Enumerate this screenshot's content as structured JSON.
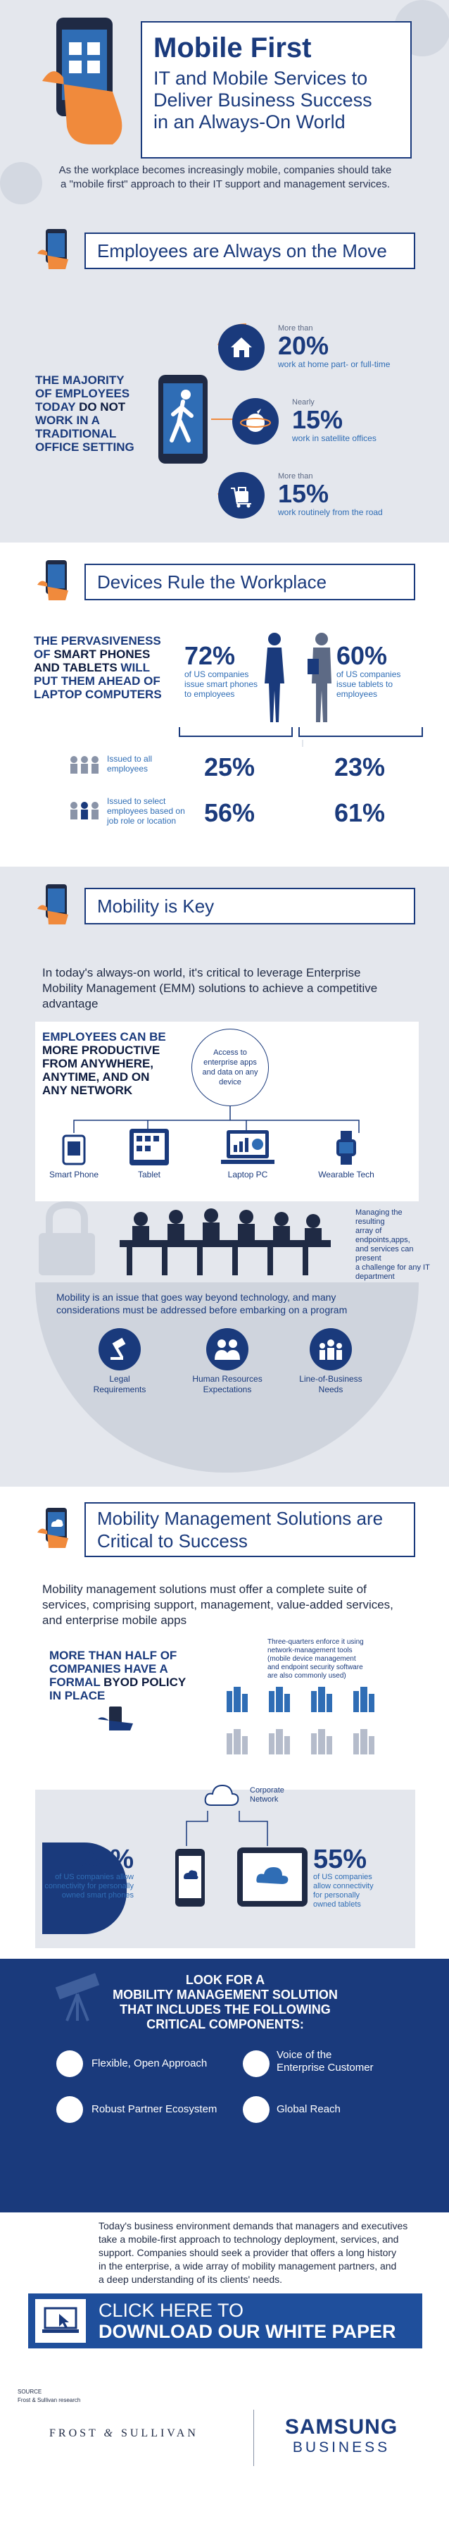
{
  "header": {
    "title": "Mobile First",
    "subtitle_1": "IT and Mobile Services to",
    "subtitle_2": "Deliver Business Success",
    "subtitle_3": "in an Always-On World",
    "intro_1": "As the workplace becomes increasingly mobile, companies should take",
    "intro_2": "a \"mobile first\" approach to their IT support and management services."
  },
  "section1": {
    "title": "Employees are Always on the Move",
    "claim_1": "THE MAJORITY",
    "claim_2": "OF EMPLOYEES",
    "claim_3": "TODAY",
    "claim_3b": "DO NOT",
    "claim_4": "WORK IN A",
    "claim_5": "TRADITIONAL",
    "claim_6": "OFFICE SETTING",
    "stats": [
      {
        "pre": "More than",
        "value": "20%",
        "desc": "work at home part- or full-time",
        "icon": "house-icon"
      },
      {
        "pre": "Nearly",
        "value": "15%",
        "desc": "work in satellite offices",
        "icon": "globe-icon"
      },
      {
        "pre": "More than",
        "value": "15%",
        "desc": "work routinely from the road",
        "icon": "luggage-icon"
      }
    ]
  },
  "section2": {
    "title": "Devices Rule the Workplace",
    "claim_1": "THE PERVASIVENESS",
    "claim_2a": "OF",
    "claim_2b": "SMART PHONES",
    "claim_3a": "AND TABLETS",
    "claim_3b": "WILL",
    "claim_4": "PUT THEM AHEAD OF",
    "claim_5": "LAPTOP COMPUTERS",
    "phone_pct": "72%",
    "phone_desc_1": "of US companies",
    "phone_desc_2": "issue smart phones",
    "phone_desc_3": "to employees",
    "tablet_pct": "60%",
    "tablet_desc_1": "of US companies",
    "tablet_desc_2": "issue tablets to",
    "tablet_desc_3": "employees",
    "row1_label_1": "Issued to all",
    "row1_label_2": "employees",
    "row1_phone": "25%",
    "row1_tablet": "23%",
    "row2_label_1": "Issued to select",
    "row2_label_2": "employees based on",
    "row2_label_3": "job role or location",
    "row2_phone": "56%",
    "row2_tablet": "61%"
  },
  "section3": {
    "title": "Mobility is Key",
    "para_1": "In today's always-on world, it's critical to leverage Enterprise",
    "para_2": "Mobility Management (EMM) solutions to achieve a competitive",
    "para_3": "advantage",
    "claim_1": "EMPLOYEES CAN BE",
    "claim_2": "MORE PRODUCTIVE",
    "claim_3": "FROM ANYWHERE,",
    "claim_4": "ANYTIME, AND ON",
    "claim_5": "ANY NETWORK",
    "access_1": "Access to",
    "access_2": "enterprise apps",
    "access_3": "and data on any",
    "access_4": "device",
    "devices": [
      "Smart Phone",
      "Tablet",
      "Laptop PC",
      "Wearable Tech"
    ],
    "manage_1": "Managing the resulting",
    "manage_2": "array of endpoints,apps,",
    "manage_3": "and services can present",
    "manage_4": "a challenge for any IT",
    "manage_5": "department",
    "issue_1": "Mobility is an issue that goes way beyond technology, and many",
    "issue_2": "considerations must be addressed before embarking on a program",
    "considerations": [
      {
        "l1": "Legal",
        "l2": "Requirements"
      },
      {
        "l1": "Human Resources",
        "l2": "Expectations"
      },
      {
        "l1": "Line-of-Business",
        "l2": "Needs"
      }
    ]
  },
  "section4": {
    "title_1": "Mobility Management Solutions are",
    "title_2": "Critical to Success",
    "para_1": "Mobility management solutions must offer a complete suite of",
    "para_2": "services, comprising support, management, value-added services,",
    "para_3": "and enterprise mobile apps",
    "byod_1": "MORE THAN HALF OF",
    "byod_2": "COMPANIES HAVE A",
    "byod_3a": "FORMAL",
    "byod_3b": "BYOD POLICY",
    "byod_4": "IN PLACE",
    "enforce_1": "Three-quarters enforce it using",
    "enforce_2": "network-management tools",
    "enforce_3": "(mobile device management",
    "enforce_4": "and endpoint security software",
    "enforce_5": "are also commonly used)",
    "network_1": "Corporate",
    "network_2": "Network",
    "phones_pct": "65%",
    "phones_1": "of US companies allow",
    "phones_2": "connectivity for",
    "phones_2b": "personally",
    "phones_3": "owned smart phones",
    "tablets_pct": "55%",
    "tablets_1": "of US companies",
    "tablets_2": "allow connectivity",
    "tablets_3": "for personally",
    "tablets_4": "owned tablets",
    "look_1": "LOOK FOR A",
    "look_2": "MOBILITY MANAGEMENT SOLUTION",
    "look_3": "THAT INCLUDES THE FOLLOWING",
    "look_4": "CRITICAL COMPONENTS:",
    "components": [
      {
        "l1": "Flexible, Open Approach",
        "l2": ""
      },
      {
        "l1": "Voice of the",
        "l2": "Enterprise Customer"
      },
      {
        "l1": "Robust Partner Ecosystem",
        "l2": ""
      },
      {
        "l1": "Global Reach",
        "l2": ""
      }
    ]
  },
  "closing": {
    "p1": "Today's business environment demands that managers and executives",
    "p2": "take a mobile-first approach to technology deployment, services, and",
    "p3": "support. Companies should seek a provider that offers a long history",
    "p4": "in the enterprise, a wide array of mobility management partners, and",
    "p5": "a deep understanding of its clients' needs."
  },
  "cta": {
    "line_1": "CLICK HERE TO",
    "line_2": "DOWNLOAD OUR WHITE PAPER"
  },
  "footer": {
    "source_label": "SOURCE",
    "source_text": "Frost & Sullivan research",
    "frost": "FROST",
    "amp": "&",
    "sullivan": "SULLIVAN",
    "samsung": "SAMSUNG",
    "business": "BUSINESS"
  },
  "colors": {
    "navy": "#1a3a7c",
    "blue": "#2f6db5",
    "orange": "#f08a3c",
    "gray_band": "#e4e7ed"
  }
}
